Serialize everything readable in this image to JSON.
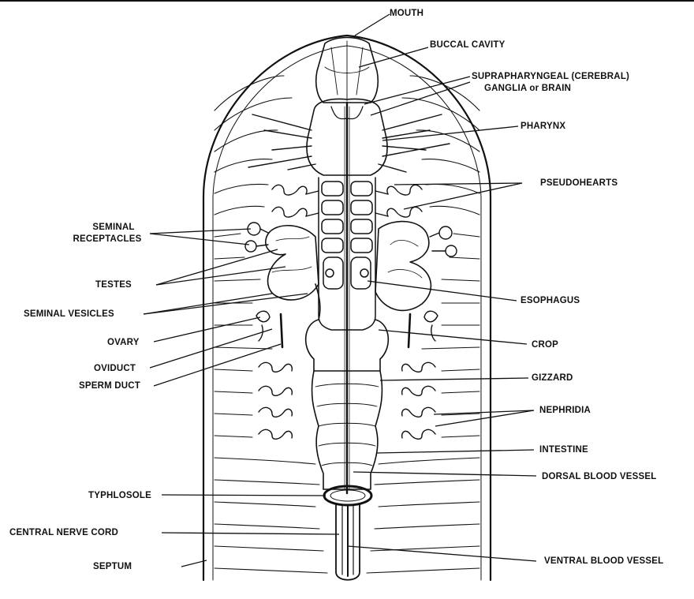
{
  "colors": {
    "ink": "#111111",
    "paper": "#ffffff"
  },
  "labels": {
    "mouth": "MOUTH",
    "buccal_cavity": "BUCCAL CAVITY",
    "supra_line1": "SUPRAPHARYNGEAL (CEREBRAL)",
    "supra_line2": "GANGLIA or BRAIN",
    "pharynx": "PHARYNX",
    "pseudohearts": "PSEUDOHEARTS",
    "seminal_line1": "SEMINAL",
    "seminal_line2": "RECEPTACLES",
    "testes": "TESTES",
    "seminal_vesicles": "SEMINAL VESICLES",
    "esophagus": "ESOPHAGUS",
    "ovary": "OVARY",
    "crop": "CROP",
    "oviduct": "OVIDUCT",
    "sperm_duct": "SPERM DUCT",
    "gizzard": "GIZZARD",
    "nephridia": "NEPHRIDIA",
    "intestine": "INTESTINE",
    "dorsal_blood_vessel": "DORSAL BLOOD VESSEL",
    "typhlosole": "TYPHLOSOLE",
    "central_nerve_cord": "CENTRAL NERVE CORD",
    "septum": "SEPTUM",
    "ventral_blood_vessel": "VENTRAL BLOOD VESSEL"
  }
}
